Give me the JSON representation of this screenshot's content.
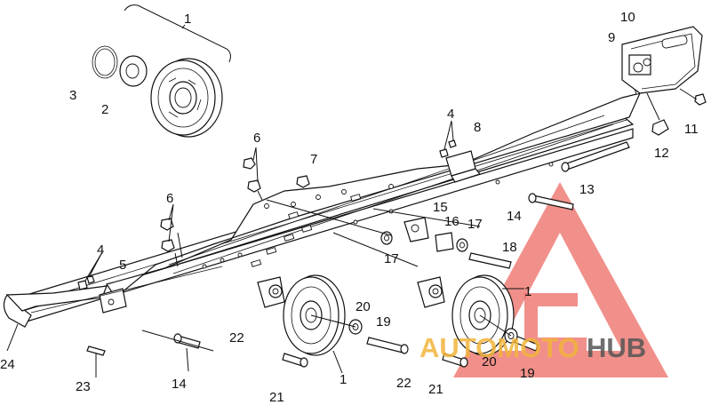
{
  "callouts": [
    {
      "id": "c1a",
      "text": "1"
    },
    {
      "id": "c2",
      "text": "2"
    },
    {
      "id": "c3",
      "text": "3"
    },
    {
      "id": "c4a",
      "text": "4"
    },
    {
      "id": "c4b",
      "text": "4"
    },
    {
      "id": "c5",
      "text": "5"
    },
    {
      "id": "c6a",
      "text": "6"
    },
    {
      "id": "c6b",
      "text": "6"
    },
    {
      "id": "c7",
      "text": "7"
    },
    {
      "id": "c8",
      "text": "8"
    },
    {
      "id": "c9",
      "text": "9"
    },
    {
      "id": "c10",
      "text": "10"
    },
    {
      "id": "c11",
      "text": "11"
    },
    {
      "id": "c12",
      "text": "12"
    },
    {
      "id": "c13",
      "text": "13"
    },
    {
      "id": "c14a",
      "text": "14"
    },
    {
      "id": "c14b",
      "text": "14"
    },
    {
      "id": "c15",
      "text": "15"
    },
    {
      "id": "c16",
      "text": "16"
    },
    {
      "id": "c17a",
      "text": "17"
    },
    {
      "id": "c17b",
      "text": "17"
    },
    {
      "id": "c18",
      "text": "18"
    },
    {
      "id": "c1b",
      "text": "1"
    },
    {
      "id": "c1c",
      "text": "1"
    },
    {
      "id": "c19a",
      "text": "19"
    },
    {
      "id": "c19b",
      "text": "19"
    },
    {
      "id": "c20a",
      "text": "20"
    },
    {
      "id": "c20b",
      "text": "20"
    },
    {
      "id": "c21a",
      "text": "21"
    },
    {
      "id": "c21b",
      "text": "21"
    },
    {
      "id": "c22a",
      "text": "22"
    },
    {
      "id": "c22b",
      "text": "22"
    },
    {
      "id": "c23",
      "text": "23"
    },
    {
      "id": "c24",
      "text": "24"
    }
  ],
  "watermark": {
    "brand_part1": "AUTOMOTO",
    "brand_part2": "HUB",
    "color_primary": "#e8463c",
    "color_secondary": "#f2b43a",
    "color_dark": "#555555"
  },
  "colors": {
    "line": "#111111",
    "background": "#ffffff"
  }
}
